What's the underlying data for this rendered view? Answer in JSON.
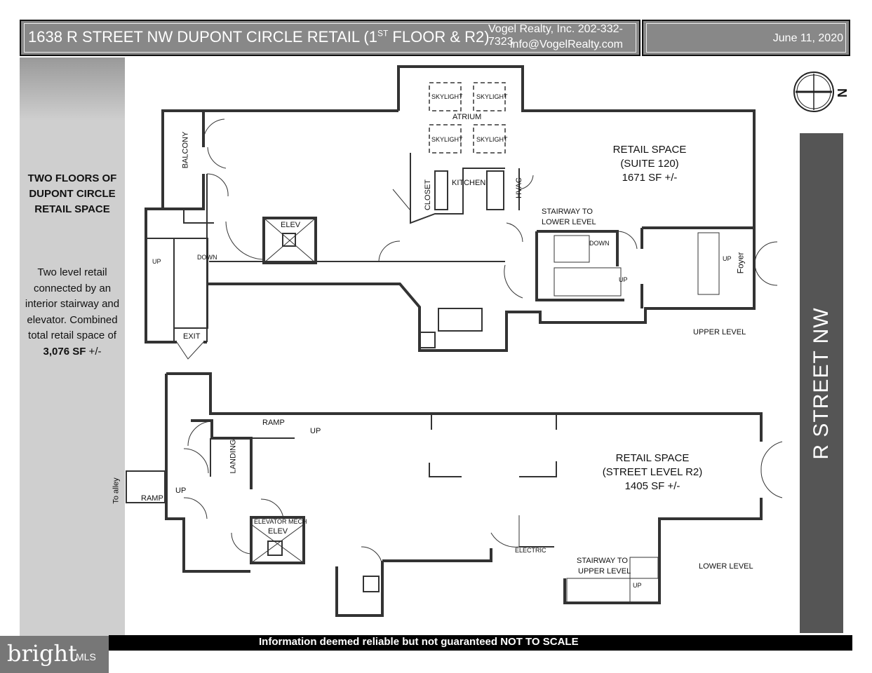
{
  "header": {
    "title": "1638 R STREET NW DUPONT CIRCLE RETAIL (1",
    "title_sup": "ST",
    "title_end": " FLOOR & R2)",
    "company": "Vogel Realty, Inc. 202-332-7323",
    "email": "info@VogelRealty.com",
    "date": "June 11, 2020"
  },
  "sidebar": {
    "heading": "TWO FLOORS OF DUPONT CIRCLE RETAIL SPACE",
    "desc": "Two level retail connected by an interior stairway and elevator. Combined total retail space of",
    "desc_bold": "3,076 SF",
    "desc_end": " +/-"
  },
  "street": {
    "name": "R STREET NW"
  },
  "compass": {
    "letter": "N"
  },
  "upper": {
    "level": "UPPER LEVEL",
    "retail_name": "RETAIL SPACE",
    "retail_suite": "(SUITE 120)",
    "retail_sf": "1671 SF +/-",
    "atrium": "ATRIUM",
    "skylight": "SKYLIGHT",
    "kitchen": "KITCHEN",
    "closet": "CLOSET",
    "hvac": "HVAC",
    "balcony": "BALCONY",
    "elev": "ELEV",
    "exit": "EXIT",
    "stair_to_lower": "STAIRWAY TO",
    "stair_to_lower2": "LOWER LEVEL",
    "foyer": "Foyer",
    "up": "UP",
    "down": "DOWN"
  },
  "lower": {
    "level": "LOWER LEVEL",
    "retail_name": "RETAIL SPACE",
    "retail_suite": "(STREET LEVEL R2)",
    "retail_sf": "1405 SF +/-",
    "ramp": "RAMP",
    "landing": "LANDING",
    "to_alley": "To alley",
    "elev_mech": "ELEVATOR MECH",
    "elev": "ELEV",
    "electric": "ELECTRIC",
    "stair_to_upper": "STAIRWAY TO",
    "stair_to_upper2": "UPPER LEVEL",
    "up": "UP"
  },
  "footer": {
    "text": "Information deemed reliable but not guaranteed  NOT TO SCALE"
  },
  "logo": {
    "brand": "bright",
    "mls": "MLS"
  }
}
